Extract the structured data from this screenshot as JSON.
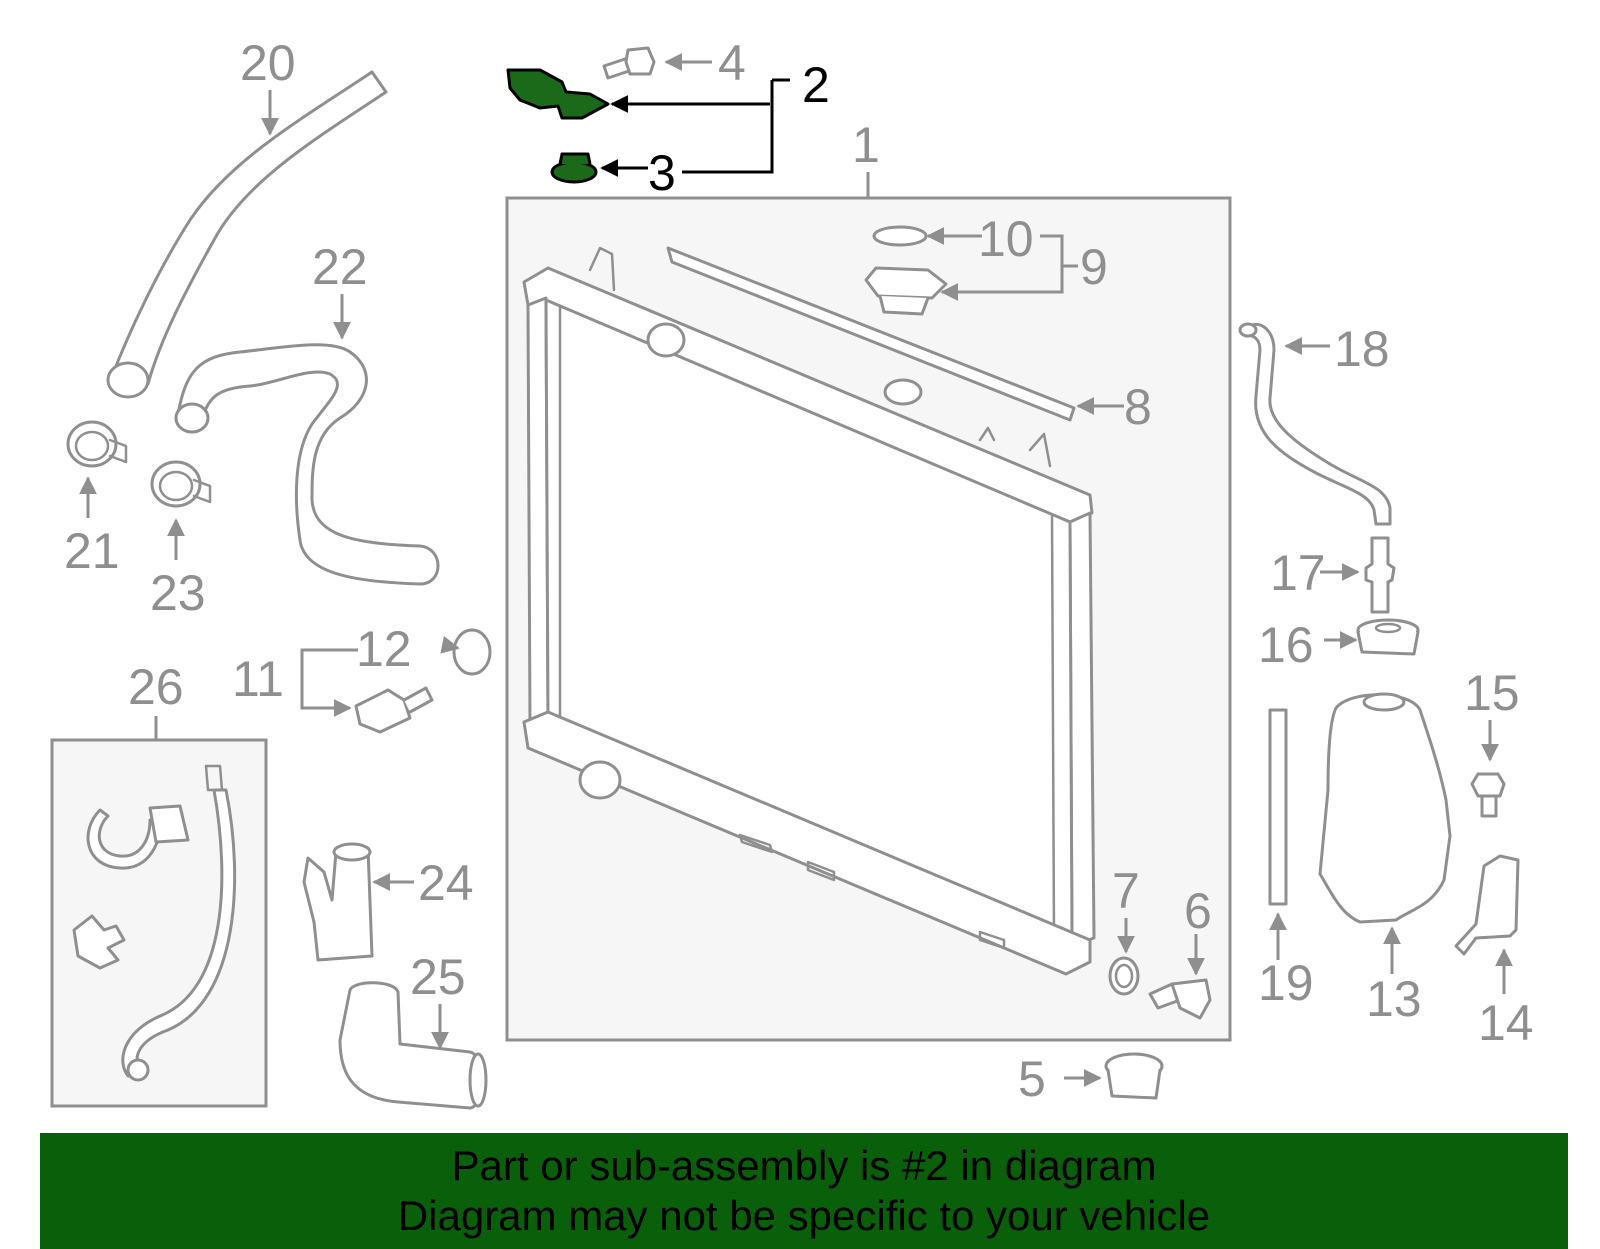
{
  "highlight_color": "#1a6a1a",
  "banner": {
    "line1": "Part or sub-assembly is #2 in diagram",
    "line2": "Diagram may not be specific to your vehicle",
    "background": "#0a5f0a"
  },
  "callouts": {
    "c1": "1",
    "c2": "2",
    "c3": "3",
    "c4": "4",
    "c5": "5",
    "c6": "6",
    "c7": "7",
    "c8": "8",
    "c9": "9",
    "c10": "10",
    "c11": "11",
    "c12": "12",
    "c13": "13",
    "c14": "14",
    "c15": "15",
    "c16": "16",
    "c17": "17",
    "c18": "18",
    "c19": "19",
    "c20": "20",
    "c21": "21",
    "c22": "22",
    "c23": "23",
    "c24": "24",
    "c25": "25",
    "c26": "26"
  }
}
